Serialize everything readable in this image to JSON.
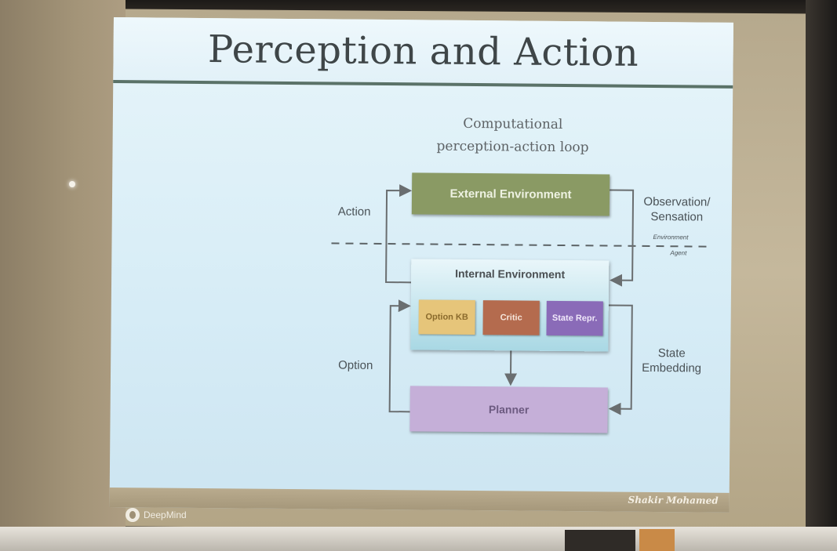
{
  "slide": {
    "title": "Perception and Action",
    "subtitle_line1": "Computational",
    "subtitle_line2": "perception-action loop",
    "author": "Shakir Mohamed",
    "brand": "DeepMind"
  },
  "diagram": {
    "external_environment": "External Environment",
    "internal_environment": "Internal Environment",
    "option_kb": "Option KB",
    "critic": "Critic",
    "state_repr": "State Repr.",
    "planner": "Planner",
    "action_label": "Action",
    "option_label": "Option",
    "observation_line1": "Observation/",
    "observation_line2": "Sensation",
    "state_embedding_line1": "State",
    "state_embedding_line2": "Embedding",
    "boundary_top": "Environment",
    "boundary_bottom": "Agent"
  },
  "colors": {
    "external_box": "#8a9a64",
    "option_kb": "#e6c57a",
    "critic": "#b46b4e",
    "state_repr": "#8a6bb8",
    "planner": "#c5afd8",
    "slide_background": "#d6ecf6"
  }
}
